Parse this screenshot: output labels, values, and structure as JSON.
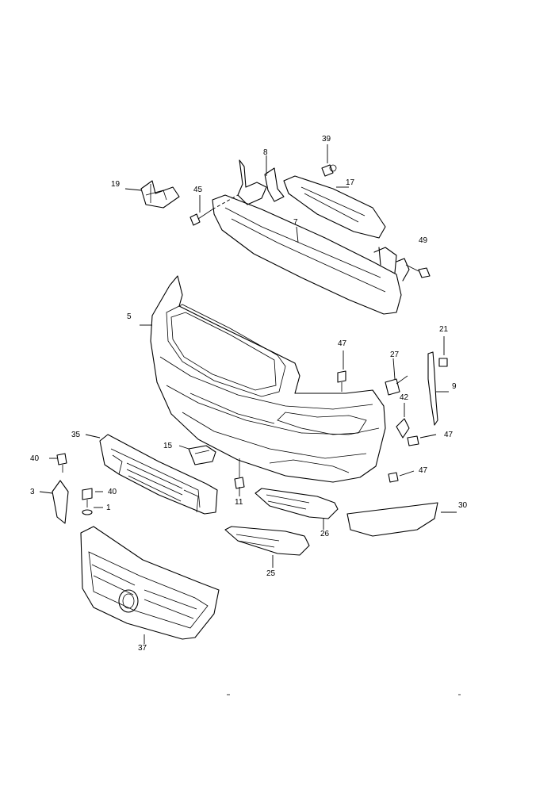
{
  "callouts": [
    {
      "id": "c19",
      "text": "19"
    },
    {
      "id": "c8",
      "text": "8"
    },
    {
      "id": "c39",
      "text": "39"
    },
    {
      "id": "c45",
      "text": "45"
    },
    {
      "id": "c17",
      "text": "17"
    },
    {
      "id": "c7",
      "text": "7"
    },
    {
      "id": "c49",
      "text": "49"
    },
    {
      "id": "c5",
      "text": "5"
    },
    {
      "id": "c21",
      "text": "21"
    },
    {
      "id": "c47a",
      "text": "47"
    },
    {
      "id": "c27",
      "text": "27"
    },
    {
      "id": "c9",
      "text": "9"
    },
    {
      "id": "c42",
      "text": "42"
    },
    {
      "id": "c47b",
      "text": "47"
    },
    {
      "id": "c35",
      "text": "35"
    },
    {
      "id": "c15",
      "text": "15"
    },
    {
      "id": "c47c",
      "text": "47"
    },
    {
      "id": "c40a",
      "text": "40"
    },
    {
      "id": "c40b",
      "text": "40"
    },
    {
      "id": "c3",
      "text": "3"
    },
    {
      "id": "c1",
      "text": "1"
    },
    {
      "id": "c11",
      "text": "11"
    },
    {
      "id": "c30",
      "text": "30"
    },
    {
      "id": "c26",
      "text": "26"
    },
    {
      "id": "c25",
      "text": "25"
    },
    {
      "id": "c37",
      "text": "37"
    }
  ]
}
